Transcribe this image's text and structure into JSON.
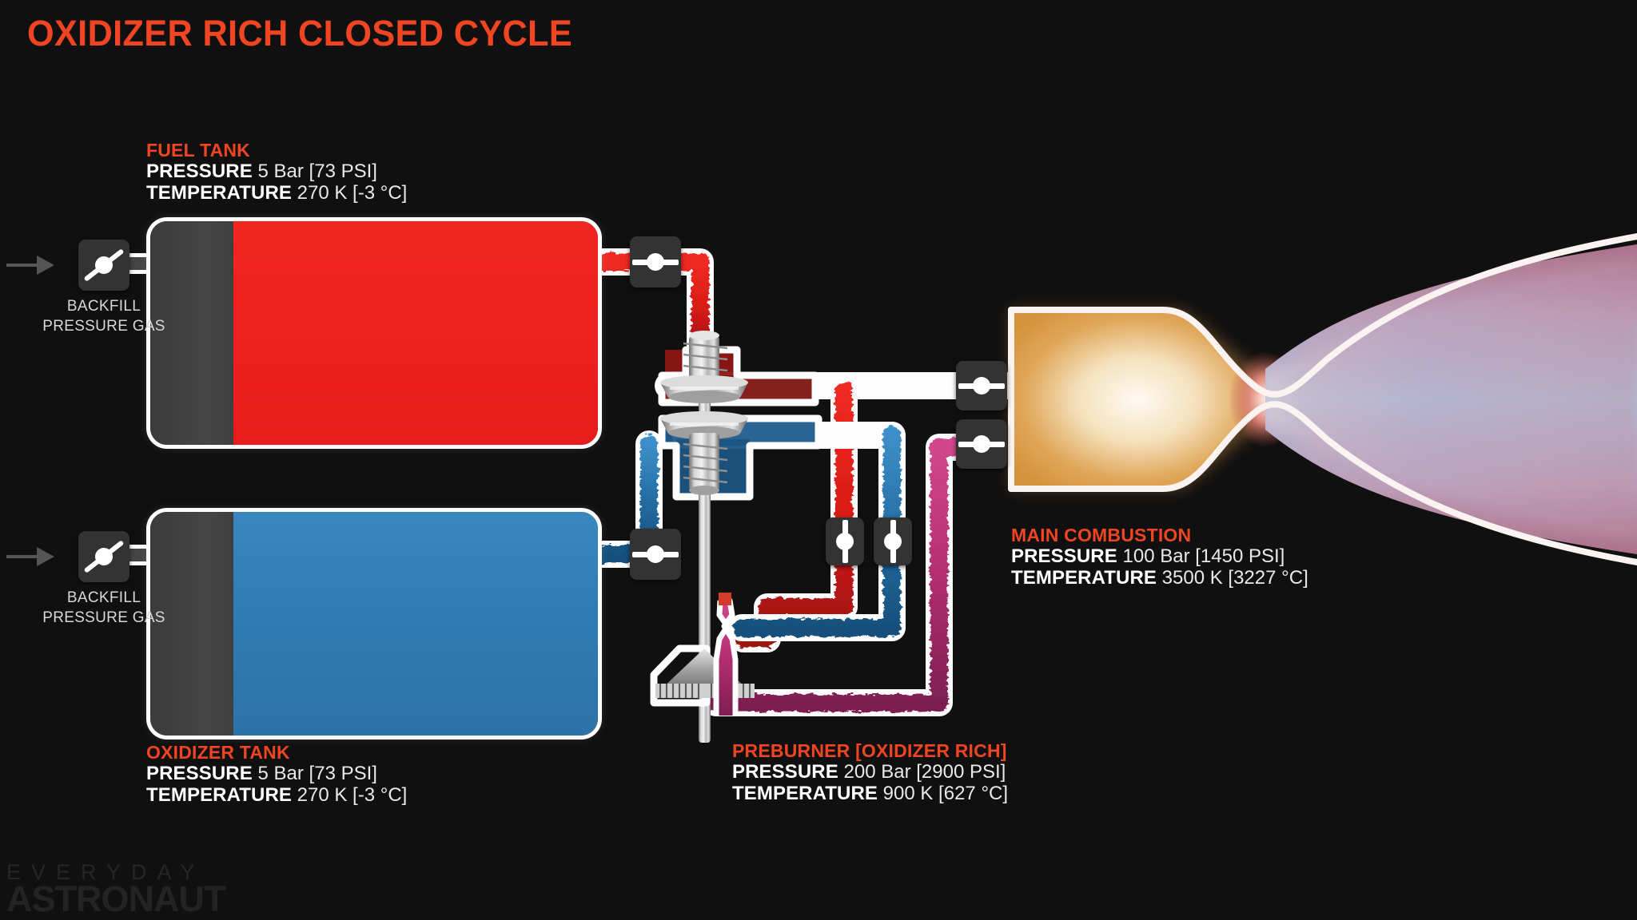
{
  "title": "OXIDIZER RICH CLOSED CYCLE",
  "colors": {
    "accent": "#ef4523",
    "background": "#111010",
    "fuel": "#ef2020",
    "oxidizer": "#2f7cb4",
    "preburner_gas": "#c2357e",
    "pipe_outline": "#fdfdfd",
    "valve_body": "#333333",
    "ullage_gas": "#424242",
    "text": "#ffffff"
  },
  "labels": {
    "fuel_tank": {
      "title": "FUEL TANK",
      "pressure_key": "PRESSURE",
      "pressure_value": "5 Bar [73 PSI]",
      "temperature_key": "TEMPERATURE",
      "temperature_value": "270 K [-3 °C]"
    },
    "oxidizer_tank": {
      "title": "OXIDIZER TANK",
      "pressure_key": "PRESSURE",
      "pressure_value": "5 Bar [73 PSI]",
      "temperature_key": "TEMPERATURE",
      "temperature_value": "270 K [-3 °C]"
    },
    "preburner": {
      "title": "PREBURNER [OXIDIZER RICH]",
      "pressure_key": "PRESSURE",
      "pressure_value": "200 Bar [2900 PSI]",
      "temperature_key": "TEMPERATURE",
      "temperature_value": "900 K [627 °C]"
    },
    "main_combustion": {
      "title": "MAIN COMBUSTION",
      "pressure_key": "PRESSURE",
      "pressure_value": "100 Bar [1450 PSI]",
      "temperature_key": "TEMPERATURE",
      "temperature_value": "3500 K [3227 °C]"
    },
    "backfill_fuel": "BACKFILL\nPRESSURE GAS",
    "backfill_oxidizer": "BACKFILL\nPRESSURE GAS"
  },
  "watermark": {
    "line1": "EVERYDAY",
    "line2": "ASTRONAUT"
  },
  "icons": {
    "valve_fuel_backfill": "valve-icon",
    "valve_ox_backfill": "valve-icon",
    "valve_fuel_outlet": "valve-icon",
    "valve_ox_outlet": "valve-icon",
    "valve_fuel_preburner": "valve-icon",
    "valve_ox_preburner": "valve-icon",
    "valve_chamber_fuel": "valve-icon",
    "valve_chamber_gas": "valve-icon",
    "arrow_fuel_backfill": "arrow-right-icon",
    "arrow_ox_backfill": "arrow-right-icon"
  },
  "components": {
    "fuel_pump": "fuel-turbopump-impeller",
    "oxidizer_pump": "oxidizer-turbopump-impeller",
    "turbine": "turbine-wheel",
    "shaft": "turbopump-shaft",
    "preburner_chamber": "preburner-injector",
    "combustion_chamber": "main-combustion-chamber",
    "nozzle": "de-laval-nozzle",
    "plume": "exhaust-plume"
  }
}
